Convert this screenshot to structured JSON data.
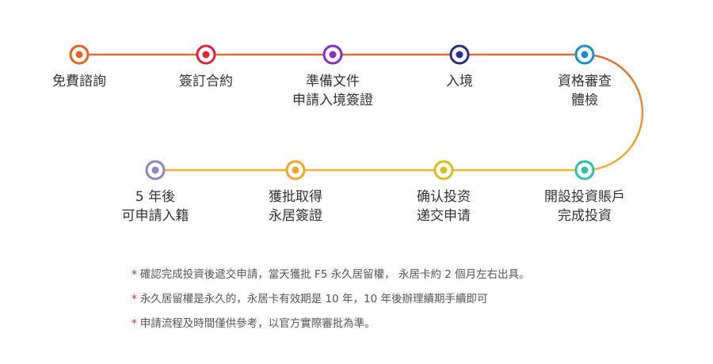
{
  "colors": {
    "track_top": "#e36a2a",
    "track_curve": "#f0a020",
    "track_bottom": "#efb238",
    "note_star": "#e0213a"
  },
  "steps": [
    {
      "lines": [
        "免費諮詢"
      ],
      "color": "#e8641c"
    },
    {
      "lines": [
        "簽訂合約"
      ],
      "color": "#e0213a"
    },
    {
      "lines": [
        "準備文件",
        "申請入境簽證"
      ],
      "color": "#8a2bc4"
    },
    {
      "lines": [
        "入境"
      ],
      "color": "#26308a"
    },
    {
      "lines": [
        "資格審查",
        "體檢"
      ],
      "color": "#1a8fd0"
    },
    {
      "lines": [
        "開設投資賬戶",
        "完成投資"
      ],
      "color": "#2cc1ad"
    },
    {
      "lines": [
        "确认投资",
        "递交申请"
      ],
      "color": "#d9c01a"
    },
    {
      "lines": [
        "獲批取得",
        "永居簽證"
      ],
      "color": "#f1a52a"
    },
    {
      "lines": [
        "5 年後",
        "可申請入籍"
      ],
      "color": "#8f86c0"
    }
  ],
  "notes": [
    {
      "star": "*",
      "text": "確認完成投資後遞交申請，當天獲批 F5 永久居留權， 永居卡約 2 個月左右出具。"
    },
    {
      "star": "*",
      "text": "永久居留權是永久的，永居卡有效期是 10 年，10 年後辦理續期手續即可"
    },
    {
      "star": "*",
      "text": "申請流程及時間僅供參考，以官方實際審批為準。"
    }
  ]
}
